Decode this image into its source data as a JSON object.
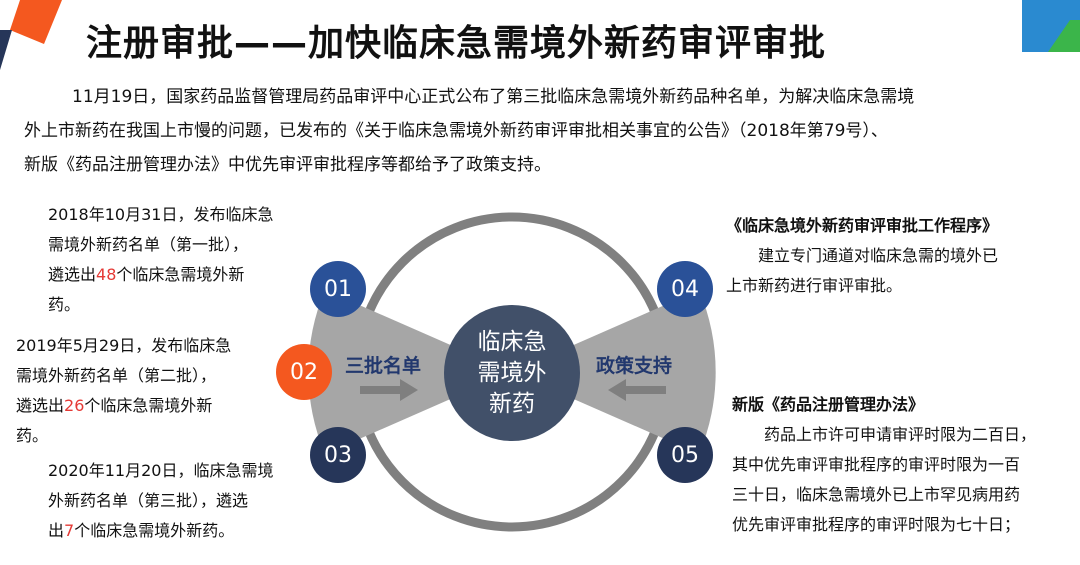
{
  "title": "注册审批——加快临床急需境外新药审评审批",
  "intro": [
    "11月19日，国家药品监督管理局药品审评中心正式公布了第三批临床急需境外新药品种名单，为解决临床急需境",
    "外上市新药在我国上市慢的问题，已发布的《关于临床急需境外新药审评审批相关事宜的公告》（2018年第79号）、",
    "新版《药品注册管理办法》中优先审评审批程序等都给予了政策支持。"
  ],
  "left": {
    "b1": {
      "l1": "2018年10月31日，发布临床急",
      "l2": "需境外新药名单（第一批），",
      "l3a": "遴选出",
      "n": "48",
      "l3b": "个临床急需境外新",
      "l4": "药。"
    },
    "b2": {
      "l1": "2019年5月29日，发布临床急",
      "l2": "需境外新药名单（第二批），",
      "l3a": "遴选出",
      "n": "26",
      "l3b": "个临床急需境外新",
      "l4": "药。"
    },
    "b3": {
      "l1": "2020年11月20日，临床急需境",
      "l2": "外新药名单（第三批），遴选",
      "l3a": "出",
      "n": "7",
      "l3b": "个临床急需境外新药。"
    }
  },
  "right": {
    "b1": {
      "title": "《临床急境外新药审评审批工作程序》",
      "l1": "建立专门通道对临床急需的境外已",
      "l2": "上市新药进行审评审批。"
    },
    "b2": {
      "title": "新版《药品注册管理办法》",
      "l1": "药品上市许可申请审评时限为二百日，",
      "l2": "其中优先审评审批程序的审评时限为一百",
      "l3": "三十日，临床急需境外已上市罕见病用药",
      "l4": "优先审评审批程序的审评时限为七十日；"
    }
  },
  "diagram": {
    "center": "临床急需境外新药",
    "left_label": "三批名单",
    "right_label": "政策支持",
    "badges": [
      "01",
      "02",
      "03",
      "04",
      "05"
    ]
  },
  "colors": {
    "blue": "#2a5198",
    "orange": "#f4581f",
    "navy": "#263659",
    "gray": "#a6a6a6"
  }
}
